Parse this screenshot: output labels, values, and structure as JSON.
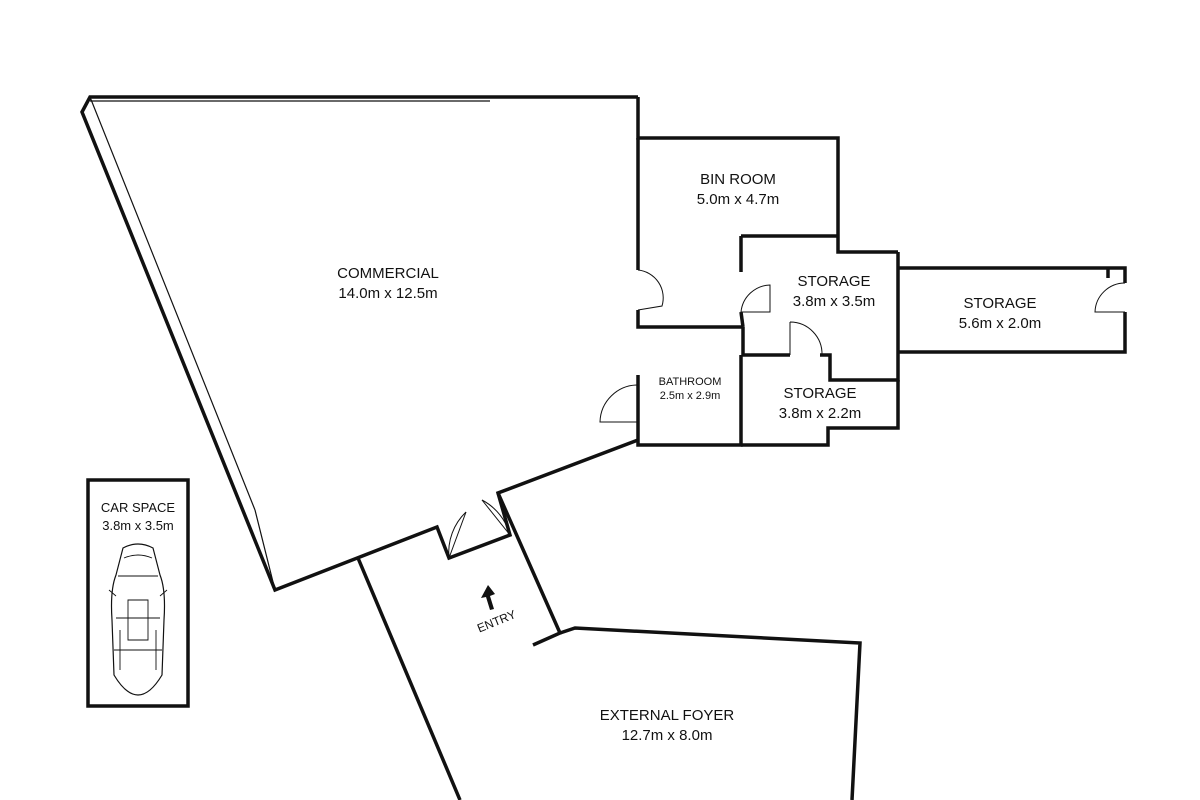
{
  "rooms": {
    "commercial": {
      "name": "COMMERCIAL",
      "size": "14.0m x 12.5m"
    },
    "bin_room": {
      "name": "BIN ROOM",
      "size": "5.0m x 4.7m"
    },
    "storage_a": {
      "name": "STORAGE",
      "size": "3.8m x 3.5m"
    },
    "storage_b": {
      "name": "STORAGE",
      "size": "5.6m x 2.0m"
    },
    "storage_c": {
      "name": "STORAGE",
      "size": "3.8m x 2.2m"
    },
    "bathroom": {
      "name": "BATHROOM",
      "size": "2.5m x 2.9m"
    },
    "car_space": {
      "name": "CAR SPACE",
      "size": "3.8m x 3.5m"
    },
    "external_foyer": {
      "name": "EXTERNAL FOYER",
      "size": "12.7m x 8.0m"
    }
  },
  "entry": {
    "label": "ENTRY",
    "icon": "arrow-up-icon"
  },
  "colors": {
    "line": "#111111",
    "background": "#ffffff"
  }
}
